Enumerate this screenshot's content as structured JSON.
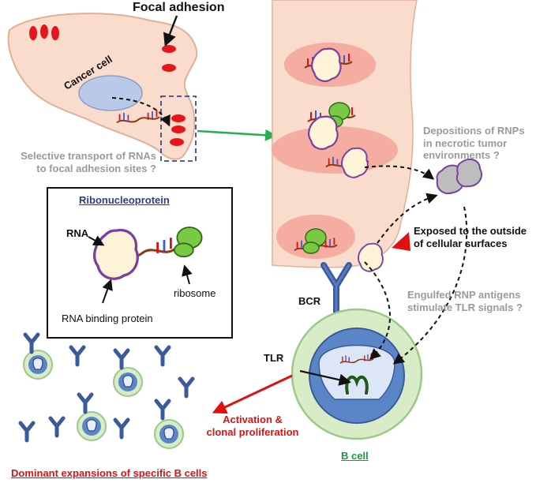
{
  "labels": {
    "focal_adhesion": "Focal adhesion",
    "cancer_cell": "Cancer cell",
    "selective_transport": [
      "Selective transport of RNAs",
      "to focal adhesion sites ?"
    ],
    "depositions": [
      "Depositions of RNPs",
      "in necrotic tumor",
      "environments ?"
    ],
    "exposed": [
      "Exposed to the outside",
      "of cellular surfaces"
    ],
    "inset_title": "Ribonucleoprotein",
    "rna": "RNA",
    "ribosome": "ribosome",
    "rna_binding_protein": "RNA binding protein",
    "bcr": "BCR",
    "engulfed": [
      "Engulfed RNP antigens",
      "stimulate TLR signals ?"
    ],
    "tlr": "TLR",
    "activation": [
      "Activation &",
      "clonal proliferation"
    ],
    "b_cell": "B cell",
    "dominant": "Dominant expansions of specific B cells"
  },
  "colors": {
    "cell_fill": "#f9dccb",
    "focal_adhesion": "#e8141c",
    "nucleus": "#b9c9e8",
    "rbp_fill": "#fdf4d8",
    "rbp_outline": "#7a3fa0",
    "ribosome": "#7ac943",
    "receptor": "#3a5a9c",
    "bcell_outer": "#d8ecc8",
    "bcell_inner": "#5a86c8",
    "arrow_green": "#22b14c",
    "arrow_red": "#e01010",
    "grey_rnp": "#bdbdbd"
  },
  "icons": [
    "dashed-arrow-icon",
    "green-arrow-icon",
    "red-arrowhead-icon",
    "bcr-antibody-icon",
    "tlr-receptor-icon"
  ]
}
